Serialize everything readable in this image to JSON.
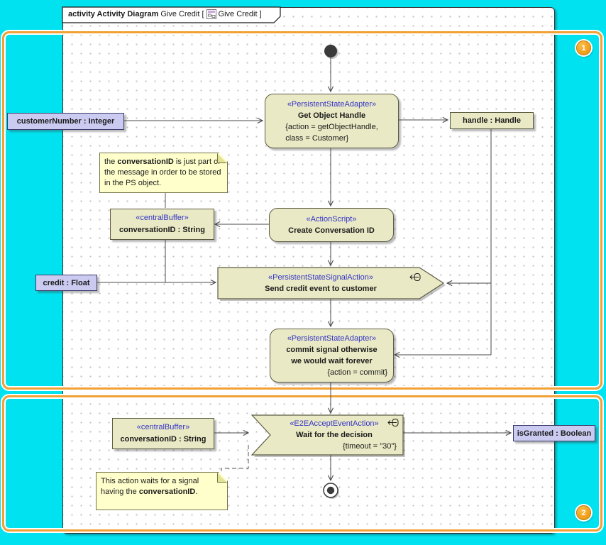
{
  "frame": {
    "title_bold": "activity Activity Diagram",
    "title_pre": "Give Credit [",
    "title_post": "Give Credit ]"
  },
  "regions": {
    "badge1": "1",
    "badge2": "2"
  },
  "nodes": {
    "customer_number": {
      "label": "customerNumber : Integer"
    },
    "handle": {
      "label": "handle : Handle"
    },
    "credit": {
      "label": "credit : Float"
    },
    "is_granted": {
      "label": "isGranted : Boolean"
    },
    "get_object_handle": {
      "stereotype": "«PersistentStateAdapter»",
      "name": "Get Object Handle",
      "props": [
        "{action = getObjectHandle,",
        "class = Customer}"
      ]
    },
    "buffer_top": {
      "stereotype": "«centralBuffer»",
      "name": "conversationID : String"
    },
    "create_conversation": {
      "stereotype": "«ActionScript»",
      "name": "Create Conversation ID"
    },
    "send_credit": {
      "stereotype": "«PersistentStateSignalAction»",
      "name": "Send credit event to customer"
    },
    "commit": {
      "stereotype": "«PersistentStateAdapter»",
      "name_line1": "commit signal otherwise",
      "name_line2": "we would wait forever",
      "prop": "{action = commit}"
    },
    "wait": {
      "stereotype": "«E2EAcceptEventAction»",
      "name": "Wait for the decision",
      "prop": "{timeout = \"30\"}"
    },
    "buffer_bottom": {
      "stereotype": "«centralBuffer»",
      "name": "conversationID : String"
    }
  },
  "notes": {
    "top": {
      "pre": "the ",
      "bold": "conversationID",
      "post": " is just part of the message in order to be stored in the PS object."
    },
    "bottom": {
      "pre": "This action waits for a signal having the ",
      "bold": "conversationID",
      "post": "."
    }
  },
  "colors": {
    "canvas_cyan": "#00E2EF",
    "region_orange": "#F2A132",
    "node_khaki": "#E9E9C5",
    "object_lavender": "#CBCBF1",
    "note_yellow": "#FFFFCC",
    "stereotype_blue": "#3434C8",
    "edge_gray": "#4a4a4a"
  }
}
